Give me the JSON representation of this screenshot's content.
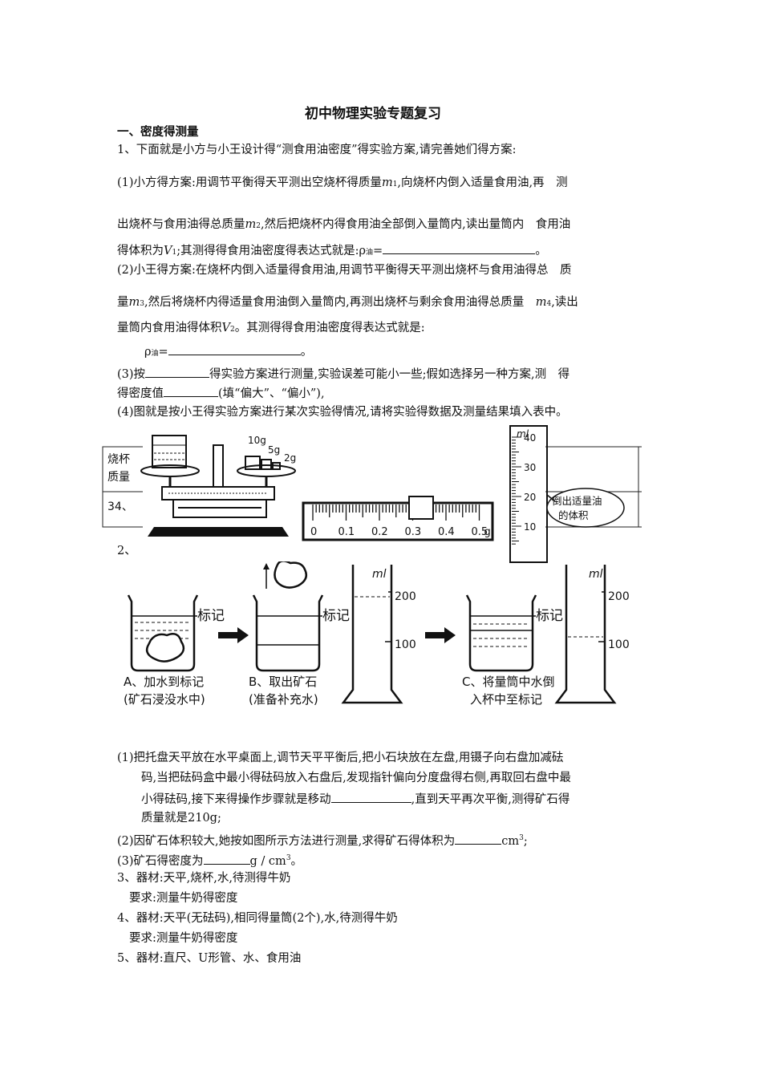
{
  "title": "初中物理实验专题复习",
  "section1": "一、密度得测量",
  "q1": {
    "intro": "1、下面就是小方与小王设计得“测食用油密度”得实验方案,请完善她们得方案:",
    "p1_line1_a": "(1)小方得方案:用调节平衡得天平测出空烧杯得质量",
    "var_m1": "m",
    "sub_1": "1",
    "p1_line1_b": ",向烧杯内倒入适量食用油,再　测",
    "p1_line2_a": "出烧杯与食用油得总质量",
    "var_m2": "m",
    "sub_2": "2",
    "p1_line2_b": ",然后把烧杯内得食用油全部倒入量筒内,读出量筒内　食用油",
    "p1_line3_a": "得体积为",
    "var_v1": "V",
    "sub_v1": "1",
    "p1_line3_b": ";其测得得食用油密度得表达式就是:ρ",
    "rho_sub": "油",
    "eq": "=",
    "end_dot": "。",
    "p2_line1": "(2)小王得方案:在烧杯内倒入适量得食用油,用调节平衡得天平测出烧杯与食用油得总　质",
    "p2_line2_a": "量",
    "var_m3": "m",
    "sub_3": "3",
    "p2_line2_b": ",然后将烧杯内得适量食用油倒入量筒内,再测出烧杯与剩余食用油得总质量　",
    "var_m4": "m",
    "sub_4": "4",
    "p2_line2_c": ",读出",
    "p2_line3_a": "量筒内食用油得体积",
    "var_v2": "V",
    "sub_v2": "2",
    "p2_line3_b": "。其测得得食用油密度得表达式就是:",
    "p2_line4_a": "ρ",
    "p3_line1_a": "(3)按",
    "p3_line1_b": "得实验方案进行测量,实验误差可能小一些;假如选择另一种方案,测　得",
    "p3_line2_a": "得密度值",
    "p3_line2_b": "(填“偏大”、“偏小”),",
    "p4_line1": "(4)图就是按小王得实验方案进行某次实验得情况,请将实验得数据及测量结果填入表中。",
    "table_cell1_a": "烧杯",
    "table_cell1_b": "质量",
    "table_cell2": "34、",
    "balance_weights": [
      "10g",
      "5g",
      "2g"
    ],
    "ruler_labels": [
      "0",
      "0.1",
      "0.2",
      "0.3",
      "0.4",
      "0.5",
      "g"
    ],
    "cylinder_unit": "ml",
    "cylinder_labels": [
      "40",
      "30",
      "20",
      "10"
    ],
    "callout_line1": "倒出适量油",
    "callout_line2": "的体积"
  },
  "q2": {
    "num": "2、",
    "unit": "ml",
    "mark_label": "标记",
    "scale_200": "200",
    "scale_100": "100",
    "cap_a_line1": "A、加水到标记",
    "cap_a_line2": "(矿石浸没水中)",
    "cap_b_line1": "B、取出矿石",
    "cap_b_line2": "(准备补充水)",
    "cap_c_line1": "C、将量筒中水倒",
    "cap_c_line2": "入杯中至标记",
    "s1_line1": "(1)把托盘天平放在水平桌面上,调节天平平衡后,把小石块放在左盘,用镊子向右盘加减砝",
    "s1_line2": "码,当把砝码盒中最小得砝码放入右盘后,发现指针偏向分度盘得右侧,再取回右盘中最",
    "s1_line3_a": "小得砝码,接下来得操作步骤就是移动",
    "s1_line3_b": ",直到天平再次平衡,测得矿石得",
    "s1_line4": "质量就是210g;",
    "s2_a": "(2)因矿石体积较大,她按如图所示方法进行测量,求得矿石得体积为",
    "s2_b": "cm",
    "s2_c": ";",
    "s3_a": "(3)矿石得密度为",
    "s3_b": "g / cm",
    "s3_c": "。",
    "sup_3": "3"
  },
  "q3": {
    "line1": "3、器材:天平,烧杯,水,待测得牛奶",
    "line2": "要求:测量牛奶得密度"
  },
  "q4": {
    "line1": "4、器材:天平(无砝码),相同得量筒(2个),水,待测得牛奶",
    "line2": "要求:测量牛奶得密度"
  },
  "q5": {
    "line1": "5、器材:直尺、U形管、水、食用油"
  }
}
